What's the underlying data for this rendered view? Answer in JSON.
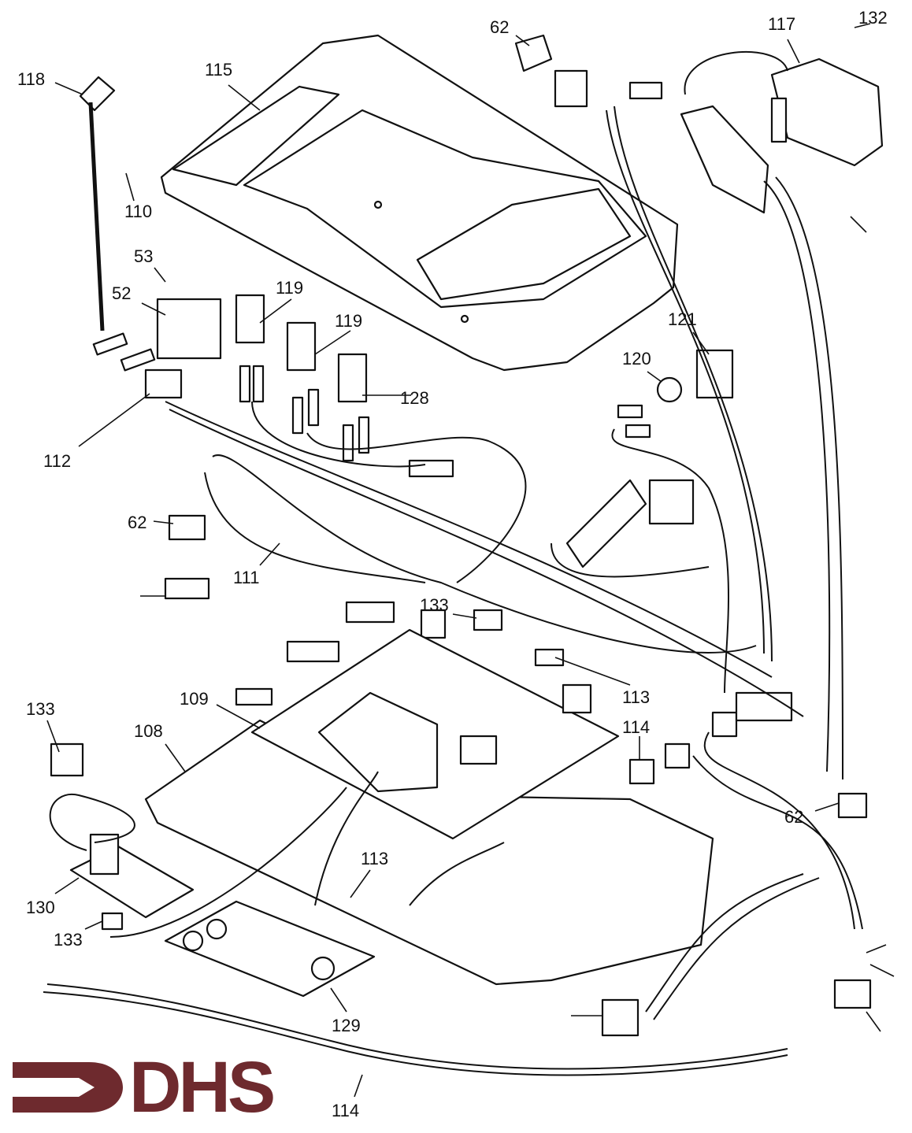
{
  "diagram": {
    "type": "exploded parts diagram",
    "callouts": [
      "62",
      "132",
      "117",
      "118",
      "115",
      "110",
      "53",
      "52",
      "119",
      "119",
      "121",
      "120",
      "128",
      "112",
      "62",
      "111",
      "133",
      "113",
      "133",
      "109",
      "108",
      "114",
      "62",
      "113",
      "130",
      "133",
      "129",
      "114"
    ]
  },
  "logo": {
    "text": "DHS",
    "color": "#6e2a2e"
  },
  "colors": {
    "line": "#111111",
    "background": "#ffffff"
  }
}
